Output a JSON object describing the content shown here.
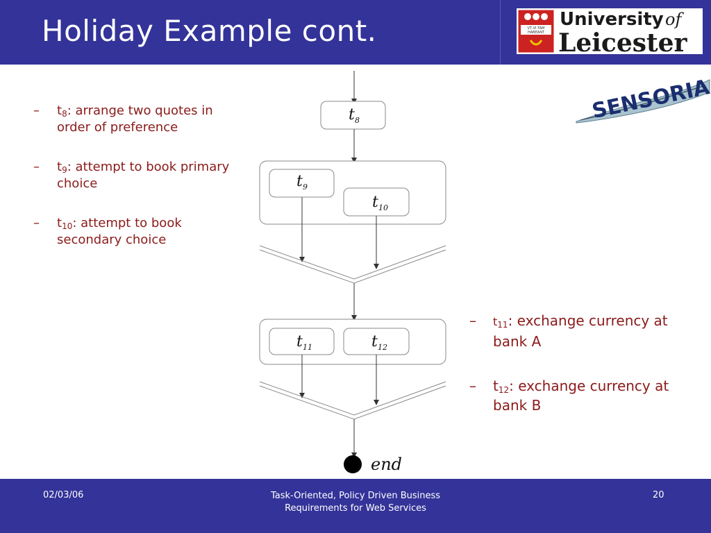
{
  "header": {
    "title": "Holiday Example cont.",
    "logo": {
      "line1": "University",
      "of": "of",
      "line2": "Leicester",
      "motto": "VT VITAM HABEANT"
    },
    "badge": "SENSORIA"
  },
  "left_bullets": [
    {
      "dash": "–",
      "t": "t",
      "sub": "8",
      "text": ": arrange two quotes in order of preference"
    },
    {
      "dash": "–",
      "t": "t",
      "sub": "9",
      "text": ": attempt to book primary choice"
    },
    {
      "dash": "–",
      "t": "t",
      "sub": "10",
      "text": ": attempt to book secondary choice"
    }
  ],
  "right_bullets": [
    {
      "dash": "–",
      "t": "t",
      "sub": "11",
      "text": ": exchange currency at bank A"
    },
    {
      "dash": "–",
      "t": "t",
      "sub": "12",
      "text": ": exchange currency at bank B"
    }
  ],
  "diagram": {
    "tasks": [
      {
        "t": "t",
        "sub": "8"
      },
      {
        "t": "t",
        "sub": "9"
      },
      {
        "t": "t",
        "sub": "10"
      },
      {
        "t": "t",
        "sub": "11"
      },
      {
        "t": "t",
        "sub": "12"
      }
    ],
    "end_label": "end"
  },
  "footer": {
    "date": "02/03/06",
    "center_line1": "Task-Oriented, Policy Driven Business",
    "center_line2": "Requirements for Web Services",
    "page": "20"
  },
  "colors": {
    "header": "#333399",
    "text_red": "#8b1a1a",
    "logo_red": "#cc2222",
    "sensoria_blue": "#1a2e6e"
  }
}
